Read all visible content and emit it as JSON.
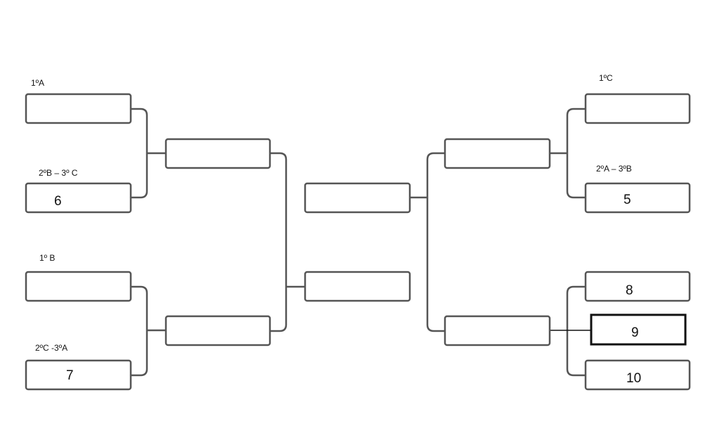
{
  "labels": {
    "left_r1_top": "1ºA",
    "left_r1_second": "2ºB – 3º C",
    "left_r1_third": "1º B",
    "left_r1_bottom": "2ºC -3ºA",
    "right_r1_top": "1ºC",
    "right_r1_second": "2ºA – 3ºB"
  },
  "slots": {
    "left_r1_second": "6",
    "left_r1_bottom": "7",
    "right_r1_second": "5",
    "right_r1_third": "8",
    "right_r1_highlight": "9",
    "right_r1_bottom": "10"
  }
}
